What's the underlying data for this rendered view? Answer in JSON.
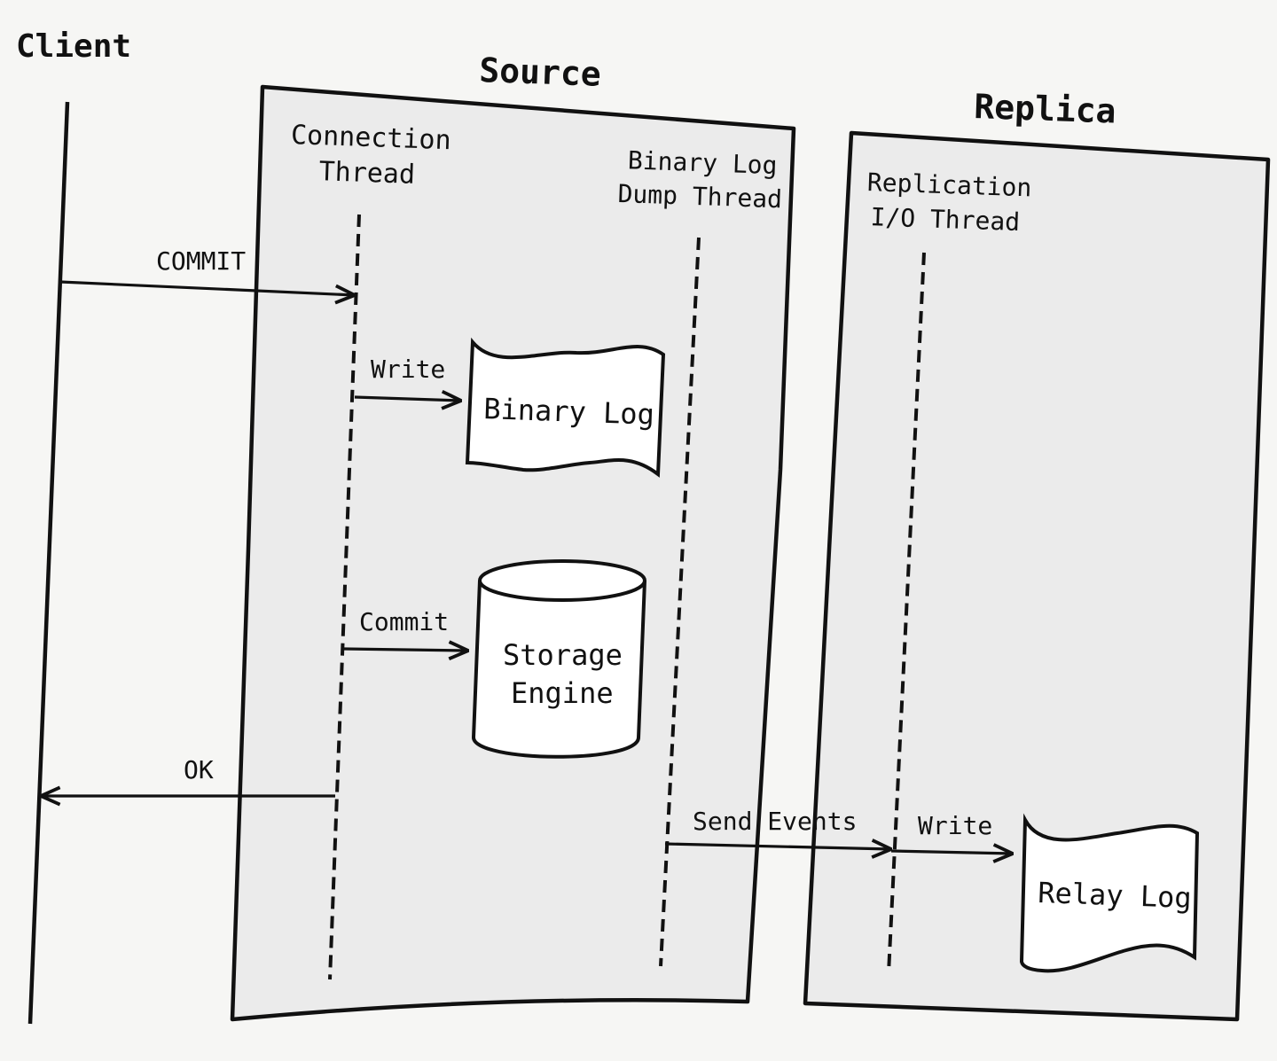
{
  "actors": {
    "client": "Client",
    "source": "Source",
    "replica": "Replica"
  },
  "threads": {
    "connection_line1": "Connection",
    "connection_line2": "Thread",
    "dump_line1": "Binary Log",
    "dump_line2": "Dump Thread",
    "io_line1": "Replication",
    "io_line2": "I/O Thread"
  },
  "stores": {
    "binary_log": "Binary Log",
    "storage_line1": "Storage",
    "storage_line2": "Engine",
    "relay_log": "Relay Log"
  },
  "messages": {
    "commit_upper": "COMMIT",
    "write_binlog": "Write",
    "commit_engine": "Commit",
    "ok": "OK",
    "send_events": "Send Events",
    "write_relay": "Write"
  },
  "colors": {
    "background": "#f6f6f4",
    "box_fill": "#ebebeb",
    "stroke": "#111111"
  }
}
